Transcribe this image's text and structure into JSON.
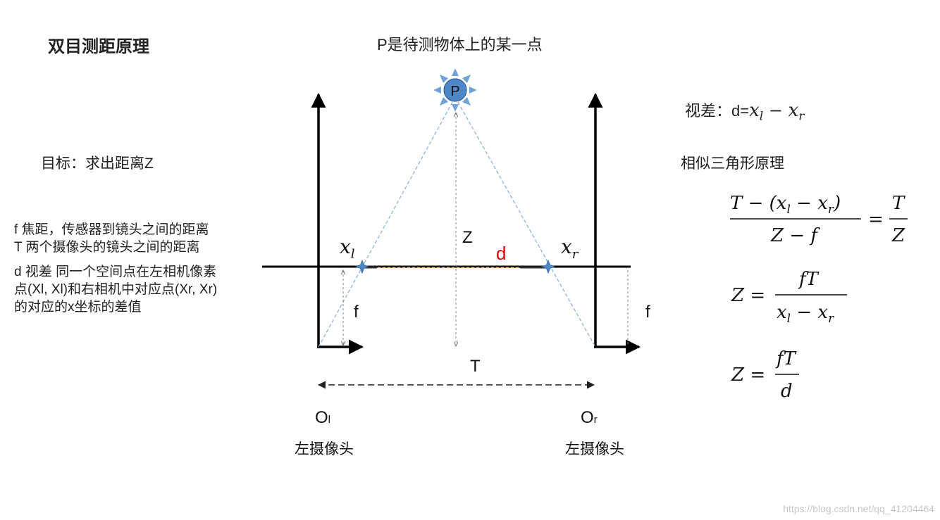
{
  "title": "双目测距原理",
  "point_caption": "P是待测物体上的某一点",
  "goal": "目标：求出距离Z",
  "legend": {
    "f_line": "f  焦距，传感器到镜头之间的距离",
    "t_line": "T 两个摄像头的镜头之间的距离",
    "d_line1": "d 视差 同一个空间点在左相机像素",
    "d_line2": "点(Xl, Xl)和右相机中对应点(Xr, Xr)",
    "d_line3": "的对应的x坐标的差值"
  },
  "disparity": {
    "prefix": "视差：d=",
    "xl": "x",
    "xl_sub": "l",
    "minus": " − ",
    "xr": "x",
    "xr_sub": "r"
  },
  "similar_triangles": "相似三角形原理",
  "diagram": {
    "point_label": "P",
    "z_label": "Z",
    "d_label": "d",
    "xl_label": "x",
    "xl_sub": "l",
    "xr_label": "x",
    "xr_sub": "r",
    "f_left": "f",
    "f_right": "f",
    "t_label": "T",
    "ol_label": "O",
    "ol_sub": "l",
    "or_label": "O",
    "or_sub": "r",
    "left_cam": "左摄像头",
    "right_cam": "左摄像头"
  },
  "formulas": {
    "f1_num": "T − (x",
    "f1_num_l": "l",
    "f1_num_mid": " − x",
    "f1_num_r": "r",
    "f1_num_end": ")",
    "f1_den": "Z − f",
    "f1_eq": "=",
    "f1_rhs_num": "T",
    "f1_rhs_den": "Z",
    "f2_lhs": "Z =",
    "f2_num": "fT",
    "f2_den_a": "x",
    "f2_den_l": "l",
    "f2_den_mid": " − x",
    "f2_den_r": "r",
    "f3_lhs": "Z =",
    "f3_num": "fT",
    "f3_den": "d"
  },
  "colors": {
    "d_label": "#e00000",
    "dash_blue": "#7fb0e0",
    "dash_orange": "#e8903a",
    "point_fill": "#4f86c6"
  },
  "watermark": "https://blog.csdn.net/qq_41204464"
}
